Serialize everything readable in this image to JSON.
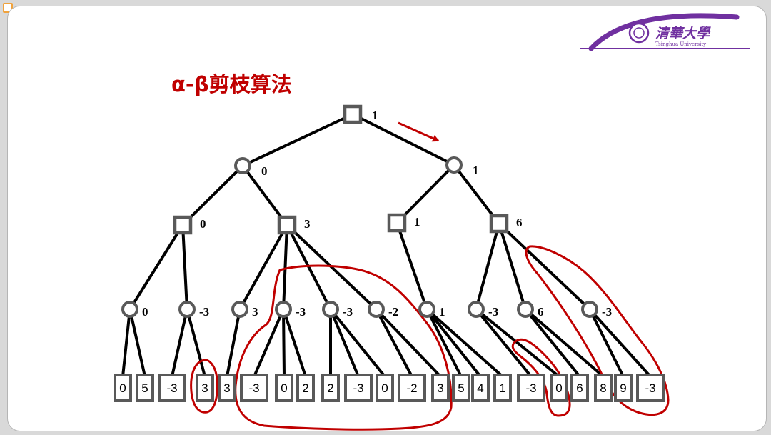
{
  "slide": {
    "title": "α-β剪枝算法",
    "logo": {
      "chinese": "清華大學",
      "english": "Tsinghua University"
    }
  },
  "tree": {
    "root_label": "1",
    "level1_labels": [
      "0",
      "1"
    ],
    "level2_labels": [
      "0",
      "3",
      "1",
      "6"
    ],
    "level3_labels": [
      "0",
      "-3",
      "3",
      "-3",
      "-3",
      "-2",
      "1",
      "-3",
      "6",
      "-3"
    ],
    "leaves": [
      "0",
      "5",
      "-3",
      "3",
      "3",
      "-3",
      "0",
      "2",
      "2",
      "-3",
      "0",
      "-2",
      "3",
      "5",
      "4",
      "1",
      "-3",
      "0",
      "6",
      "8",
      "9",
      "-3"
    ]
  },
  "colors": {
    "accent": "#c00000",
    "node_stroke": "#595959",
    "edge": "#000000",
    "logo_purple": "#7030a0"
  }
}
